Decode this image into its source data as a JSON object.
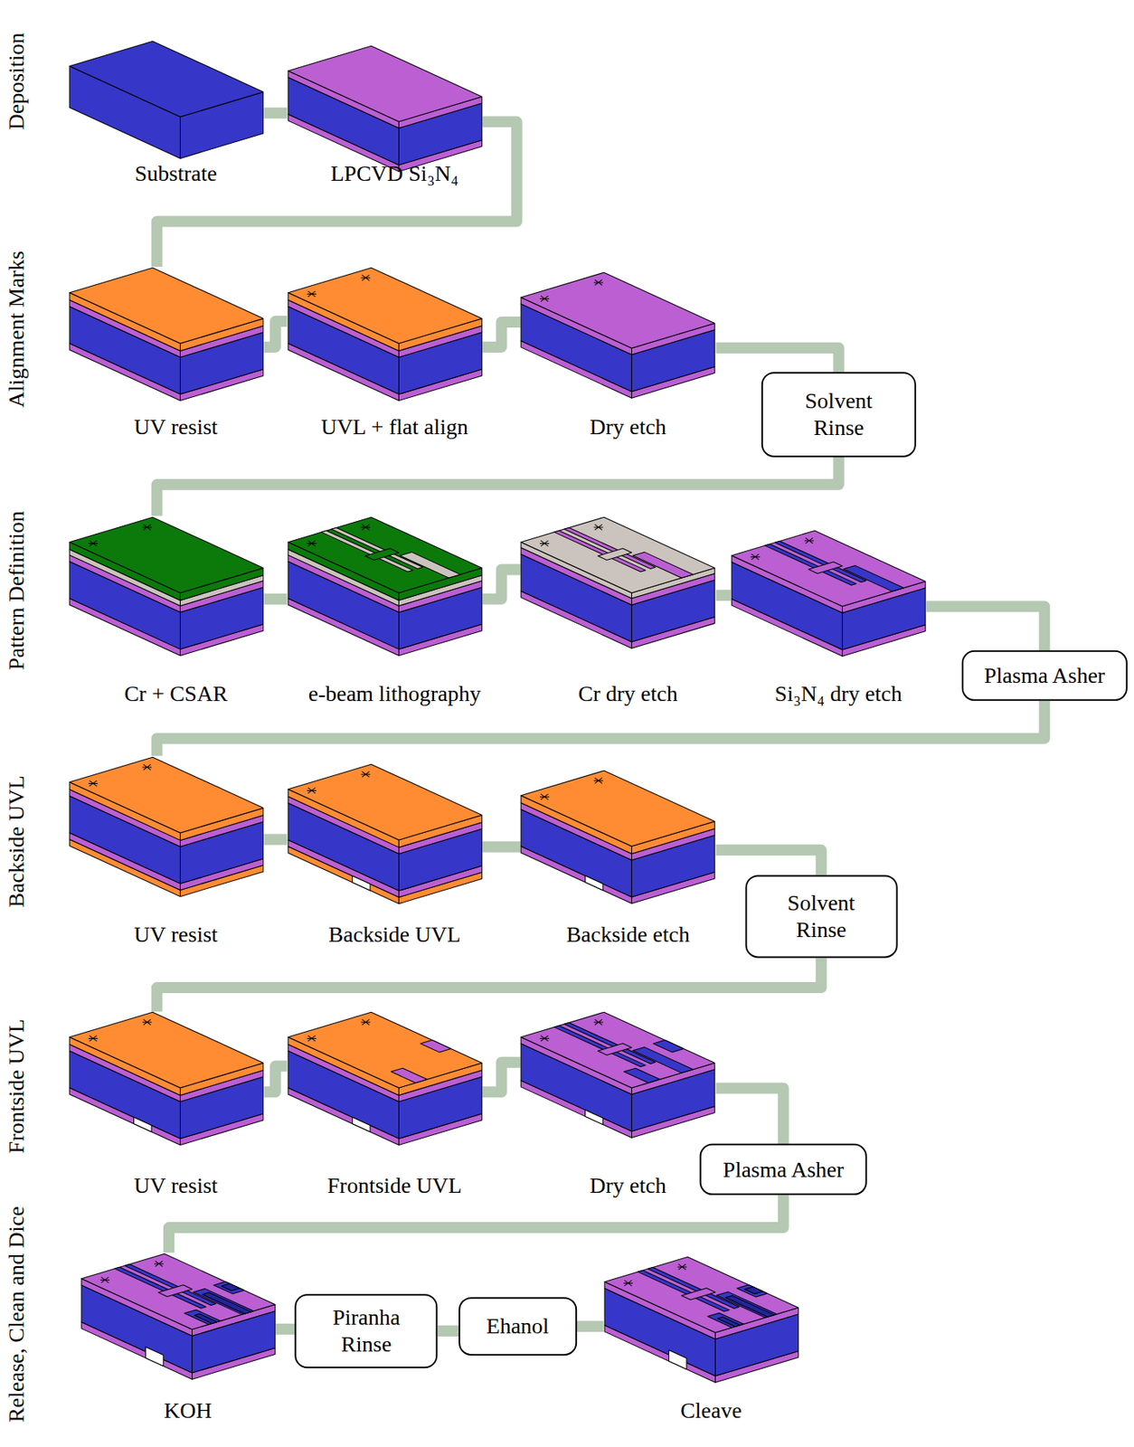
{
  "diagram": {
    "nodes": [
      {
        "text": [
          "Substrate"
        ]
      },
      {
        "text": [
          "LPCVD Si₃N₄"
        ]
      },
      {
        "text": [
          "UV resist"
        ]
      },
      {
        "text": [
          "UVL + flat align"
        ]
      },
      {
        "text": [
          "Dry etch"
        ]
      },
      {
        "text": [
          "Solvent Rinse"
        ]
      },
      {
        "text": [
          "Cr + CSAR"
        ]
      },
      {
        "text": [
          "e-beam lithography"
        ]
      },
      {
        "text": [
          "Cr dry etch"
        ]
      },
      {
        "text": [
          "Si₃N₄ dry etch"
        ]
      },
      {
        "text": [
          "Plasma Asher"
        ]
      },
      {
        "text": [
          "UV resist"
        ]
      },
      {
        "text": [
          "Backside UVL"
        ]
      },
      {
        "text": [
          "Backside etch"
        ]
      },
      {
        "text": [
          "Solvent Rinse"
        ]
      },
      {
        "text": [
          "UV resist"
        ]
      },
      {
        "text": [
          "Frontside UVL"
        ]
      },
      {
        "text": [
          "Dry etch"
        ]
      },
      {
        "text": [
          "Plasma Asher"
        ]
      },
      {
        "text": [
          "KOH"
        ]
      },
      {
        "text": [
          "Piranha Rinse"
        ]
      },
      {
        "text": [
          "Ehanol"
        ]
      },
      {
        "text": [
          "Cleave"
        ]
      }
    ],
    "edges": [
      {
        "from": 0,
        "to": 1,
        "arrow": "none"
      },
      {
        "from": 1,
        "to": 2,
        "arrow": "none"
      },
      {
        "from": 2,
        "to": 3,
        "arrow": "none"
      },
      {
        "from": 3,
        "to": 4,
        "arrow": "none"
      },
      {
        "from": 4,
        "to": 5,
        "arrow": "none"
      },
      {
        "from": 5,
        "to": 6,
        "arrow": "none"
      },
      {
        "from": 6,
        "to": 7,
        "arrow": "none"
      },
      {
        "from": 7,
        "to": 8,
        "arrow": "none"
      },
      {
        "from": 8,
        "to": 9,
        "arrow": "none"
      },
      {
        "from": 9,
        "to": 10,
        "arrow": "none"
      },
      {
        "from": 10,
        "to": 11,
        "arrow": "none"
      },
      {
        "from": 11,
        "to": 12,
        "arrow": "none"
      },
      {
        "from": 12,
        "to": 13,
        "arrow": "none"
      },
      {
        "from": 13,
        "to": 14,
        "arrow": "none"
      },
      {
        "from": 14,
        "to": 15,
        "arrow": "none"
      },
      {
        "from": 15,
        "to": 16,
        "arrow": "none"
      },
      {
        "from": 16,
        "to": 17,
        "arrow": "none"
      },
      {
        "from": 17,
        "to": 18,
        "arrow": "none"
      },
      {
        "from": 18,
        "to": 19,
        "arrow": "none"
      },
      {
        "from": 19,
        "to": 20,
        "arrow": "none"
      },
      {
        "from": 20,
        "to": 21,
        "arrow": "none"
      },
      {
        "from": 21,
        "to": 22,
        "arrow": "none"
      }
    ],
    "labels": [
      "Deposition",
      "Alignment Marks",
      "Pattern Definition",
      "Backside UVL",
      "Frontside UVL",
      "Release, Clean and Dice"
    ]
  }
}
